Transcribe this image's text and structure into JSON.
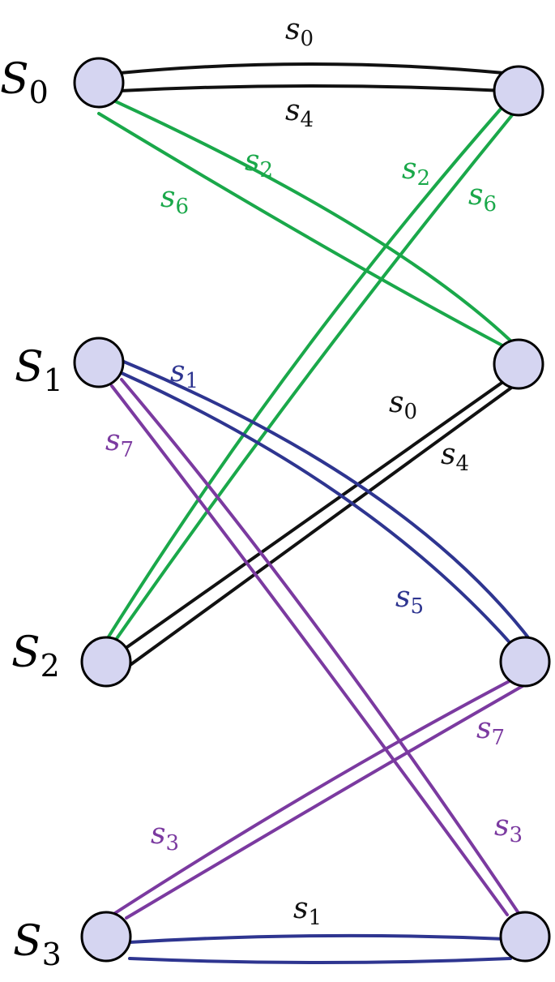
{
  "colors": {
    "black": "#111111",
    "green": "#1aa84a",
    "blue": "#2e3590",
    "purple": "#7b3aa0",
    "node_fill": "#d5d5f1"
  },
  "states": [
    {
      "letter": "S",
      "sub": "0"
    },
    {
      "letter": "S",
      "sub": "1"
    },
    {
      "letter": "S",
      "sub": "2"
    },
    {
      "letter": "S",
      "sub": "3"
    }
  ],
  "edge_labels": [
    {
      "letter": "s",
      "sub": "0",
      "color": "black"
    },
    {
      "letter": "s",
      "sub": "4",
      "color": "black"
    },
    {
      "letter": "s",
      "sub": "2",
      "color": "green"
    },
    {
      "letter": "s",
      "sub": "6",
      "color": "green"
    },
    {
      "letter": "s",
      "sub": "2",
      "color": "green"
    },
    {
      "letter": "s",
      "sub": "6",
      "color": "green"
    },
    {
      "letter": "s",
      "sub": "1",
      "color": "blue"
    },
    {
      "letter": "s",
      "sub": "7",
      "color": "purple"
    },
    {
      "letter": "s",
      "sub": "0",
      "color": "black"
    },
    {
      "letter": "s",
      "sub": "4",
      "color": "black"
    },
    {
      "letter": "s",
      "sub": "5",
      "color": "blue"
    },
    {
      "letter": "s",
      "sub": "7",
      "color": "purple"
    },
    {
      "letter": "s",
      "sub": "3",
      "color": "purple"
    },
    {
      "letter": "s",
      "sub": "3",
      "color": "purple"
    },
    {
      "letter": "s",
      "sub": "1",
      "color": "black"
    }
  ]
}
